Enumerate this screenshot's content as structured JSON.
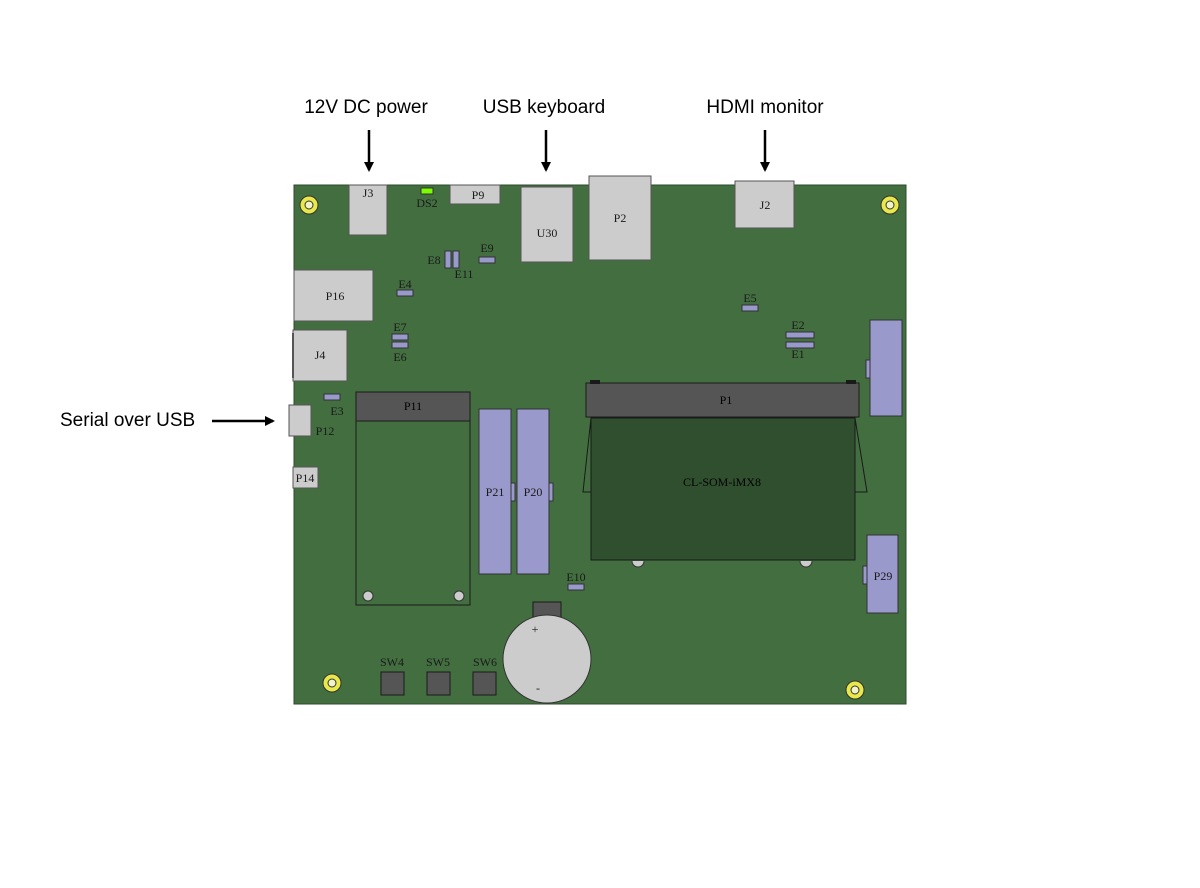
{
  "callouts": {
    "power": "12V DC power",
    "keyboard": "USB keyboard",
    "hdmi": "HDMI monitor",
    "serial": "Serial over USB"
  },
  "components": {
    "J3": "J3",
    "DS2": "DS2",
    "P9": "P9",
    "U30": "U30",
    "P2": "P2",
    "J2": "J2",
    "E8": "E8",
    "E11": "E11",
    "E9": "E9",
    "P16": "P16",
    "E4": "E4",
    "E5": "E5",
    "E2": "E2",
    "E1": "E1",
    "E7": "E7",
    "E6": "E6",
    "J4": "J4",
    "E3": "E3",
    "P12": "P12",
    "P11": "P11",
    "P1": "P1",
    "SOM": "CL-SOM-iMX8",
    "P21": "P21",
    "P20": "P20",
    "P14": "P14",
    "P29": "P29",
    "E10": "E10",
    "SW4": "SW4",
    "SW5": "SW5",
    "SW6": "SW6",
    "battery_plus": "+",
    "battery_minus": "-"
  },
  "colors": {
    "pcb": "#426e40",
    "connector_gray": "#cccccc",
    "header_lavender": "#9999cc",
    "som_dark": "#2f4f2f",
    "som_header": "#555555",
    "led_green": "#7cfc00",
    "mount_hole": "#e8e84a"
  }
}
